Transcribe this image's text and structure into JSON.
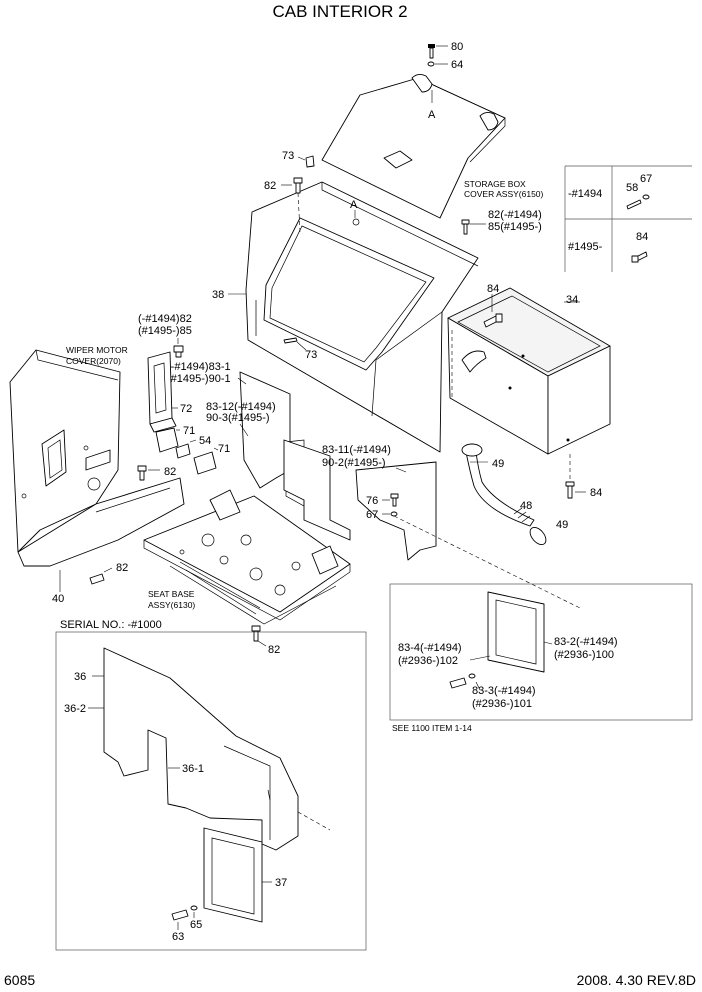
{
  "title": "CAB INTERIOR 2",
  "footer": {
    "page_number": "6085",
    "revision": "2008. 4.30 REV.8D"
  },
  "notes": {
    "storage_box_cover": [
      "STORAGE BOX",
      "COVER ASSY(6150)"
    ],
    "wiper_motor_cover": [
      "WIPER MOTOR",
      "COVER(2070)"
    ],
    "seat_base": [
      "SEAT BASE",
      "ASSY(6130)"
    ],
    "serial": "SERIAL NO.: -#1000",
    "see_item": "SEE 1100 ITEM 1-14",
    "letter_a": "A"
  },
  "table": {
    "rows": [
      {
        "serial": "-#1494",
        "labels": [
          "58",
          "67"
        ]
      },
      {
        "serial": "#1495-",
        "labels": [
          "84"
        ]
      }
    ]
  },
  "callouts": {
    "c80": "80",
    "c64": "64",
    "c73a": "73",
    "c82a": "82",
    "c82_85": [
      "82(-#1494)",
      "85(#1495-)"
    ],
    "c38": "38",
    "c84a": "84",
    "c34": "34",
    "c73b": "73",
    "c82_85b": [
      "(-#1494)82",
      "(#1495-)85"
    ],
    "c83_1": [
      "(-#1494)83-1",
      "(#1495-)90-1"
    ],
    "c83_12": [
      "83-12(-#1494)",
      "90-3(#1495-)"
    ],
    "c72": "72",
    "c71a": "71",
    "c54": "54",
    "c71b": "71",
    "c83_11": [
      "83-11(-#1494)",
      "90-2(#1495-)"
    ],
    "c49a": "49",
    "c48": "48",
    "c49b": "49",
    "c84b": "84",
    "c76": "76",
    "c67": "67",
    "c82b": "82",
    "c82c": "82",
    "c40": "40",
    "c82d": "82",
    "c83_4": [
      "83-4(-#1494)",
      "(#2936-)102"
    ],
    "c83_2": [
      "83-2(-#1494)",
      "(#2936-)100"
    ],
    "c83_3": [
      "83-3(-#1494)",
      "(#2936-)101"
    ],
    "c36": "36",
    "c36_2": "36-2",
    "c36_1": "36-1",
    "c37": "37",
    "c65": "65",
    "c63": "63"
  }
}
